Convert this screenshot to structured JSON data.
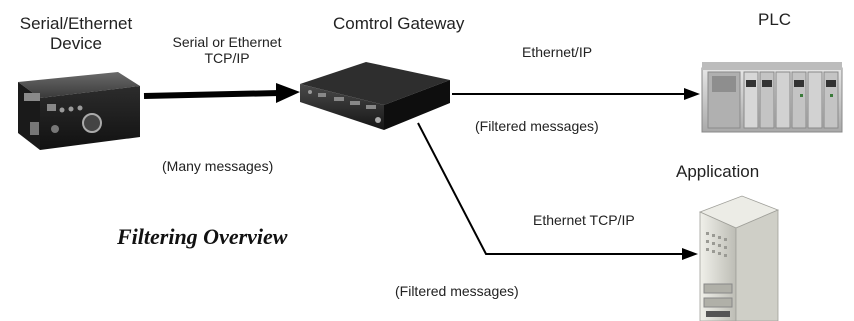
{
  "nodes": {
    "device": {
      "label_line1": "Serial/Ethernet",
      "label_line2": "Device"
    },
    "gateway": {
      "label": "Comtrol Gateway"
    },
    "plc": {
      "label": "PLC"
    },
    "application": {
      "label": "Application"
    }
  },
  "edges": {
    "device_to_gateway": {
      "label_line1": "Serial or Ethernet",
      "label_line2": "TCP/IP",
      "note": "(Many messages)"
    },
    "gateway_to_plc": {
      "label": "Ethernet/IP",
      "note": "(Filtered messages)"
    },
    "gateway_to_application": {
      "label": "Ethernet TCP/IP",
      "note": "(Filtered messages)"
    }
  },
  "title": "Filtering Overview",
  "colors": {
    "arrow": "#000000",
    "device_body": "#2a2a2a",
    "plc_body": "#c9c9c9",
    "server_body": "#dcdcd4"
  }
}
